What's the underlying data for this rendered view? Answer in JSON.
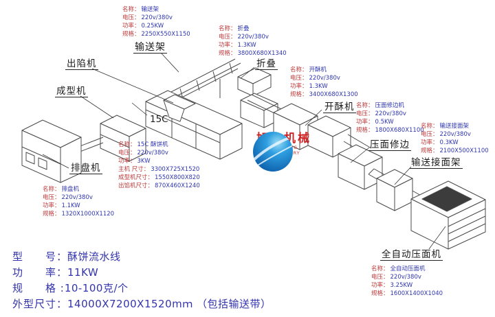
{
  "logo": {
    "name": "旭众机械",
    "subtitle": "XUZHONG MACHINERY"
  },
  "diagram": {
    "machine_labels": [
      {
        "label": "输送架"
      },
      {
        "label": "出陷机"
      },
      {
        "label": "成型机"
      },
      {
        "label": "15C"
      },
      {
        "label": "排盘机"
      },
      {
        "label": "折叠"
      },
      {
        "label": "开酥机"
      },
      {
        "label": "压面修边"
      },
      {
        "label": "输送接面架"
      },
      {
        "label": "全自动压面机"
      }
    ]
  },
  "spec_blocks": [
    {
      "machine": "输送架",
      "rows": [
        {
          "k": "名称：",
          "v": "输送架"
        },
        {
          "k": "电压：",
          "v": "220v/380v"
        },
        {
          "k": "功率：",
          "v": "0.25KW"
        },
        {
          "k": "规格：",
          "v": "2250X550X1150"
        }
      ]
    },
    {
      "machine": "折叠",
      "rows": [
        {
          "k": "名称：",
          "v": "折叠"
        },
        {
          "k": "电压：",
          "v": "220v/380v"
        },
        {
          "k": "功率：",
          "v": "1.3KW"
        },
        {
          "k": "规格：",
          "v": "3800X680X1340"
        }
      ]
    },
    {
      "machine": "开酥机",
      "rows": [
        {
          "k": "名称：",
          "v": "开酥机"
        },
        {
          "k": "电压：",
          "v": "220v/380v"
        },
        {
          "k": "功率：",
          "v": "1.3KW"
        },
        {
          "k": "规格：",
          "v": "3400X680X1300"
        }
      ]
    },
    {
      "machine": "压面修边机",
      "rows": [
        {
          "k": "名称：",
          "v": "压面修边机"
        },
        {
          "k": "电压：",
          "v": "220v/380v"
        },
        {
          "k": "功率：",
          "v": "0.5KW"
        },
        {
          "k": "规格：",
          "v": "1800X680X1100"
        }
      ]
    },
    {
      "machine": "输送接面架",
      "rows": [
        {
          "k": "名称：",
          "v": "输送接面架"
        },
        {
          "k": "电压：",
          "v": "220v/380v"
        },
        {
          "k": "功率：",
          "v": "0.3KW"
        },
        {
          "k": "规格：",
          "v": "2100X500X1100"
        }
      ]
    },
    {
      "machine": "15C 酥饼机",
      "rows": [
        {
          "k": "名称：",
          "v": "15C 酥饼机"
        },
        {
          "k": "电压：",
          "v": "220v/380v"
        },
        {
          "k": "功率：",
          "v": "3KW"
        },
        {
          "k": "主机 尺寸：",
          "v": "3300X725X1520"
        },
        {
          "k": "成型机尺寸：",
          "v": "1550X800X820"
        },
        {
          "k": "出馅机尺寸：",
          "v": "870X460X1240"
        }
      ]
    },
    {
      "machine": "排盘机",
      "rows": [
        {
          "k": "名称：",
          "v": "排盘机"
        },
        {
          "k": "电压：",
          "v": "220v/380v"
        },
        {
          "k": "功率：",
          "v": "1.1KW"
        },
        {
          "k": "规格：",
          "v": "1320X1000X1120"
        }
      ]
    },
    {
      "machine": "全自动压面机",
      "rows": [
        {
          "k": "名称：",
          "v": "全自动压面机"
        },
        {
          "k": "电压：",
          "v": "220v/380v"
        },
        {
          "k": "功率：",
          "v": "3.25KW"
        },
        {
          "k": "规格：",
          "v": "1600X1400X1040"
        }
      ]
    }
  ],
  "footer": {
    "rows": [
      {
        "k": "型　　号：",
        "v": "酥饼流水线"
      },
      {
        "k": "功　　率：",
        "v": "11KW"
      },
      {
        "k": "规　　格 :",
        "v": "10-100克/个"
      },
      {
        "k": "外型尺寸：",
        "v": "14000X7200X1520mｍ （包括输送带）"
      }
    ]
  }
}
